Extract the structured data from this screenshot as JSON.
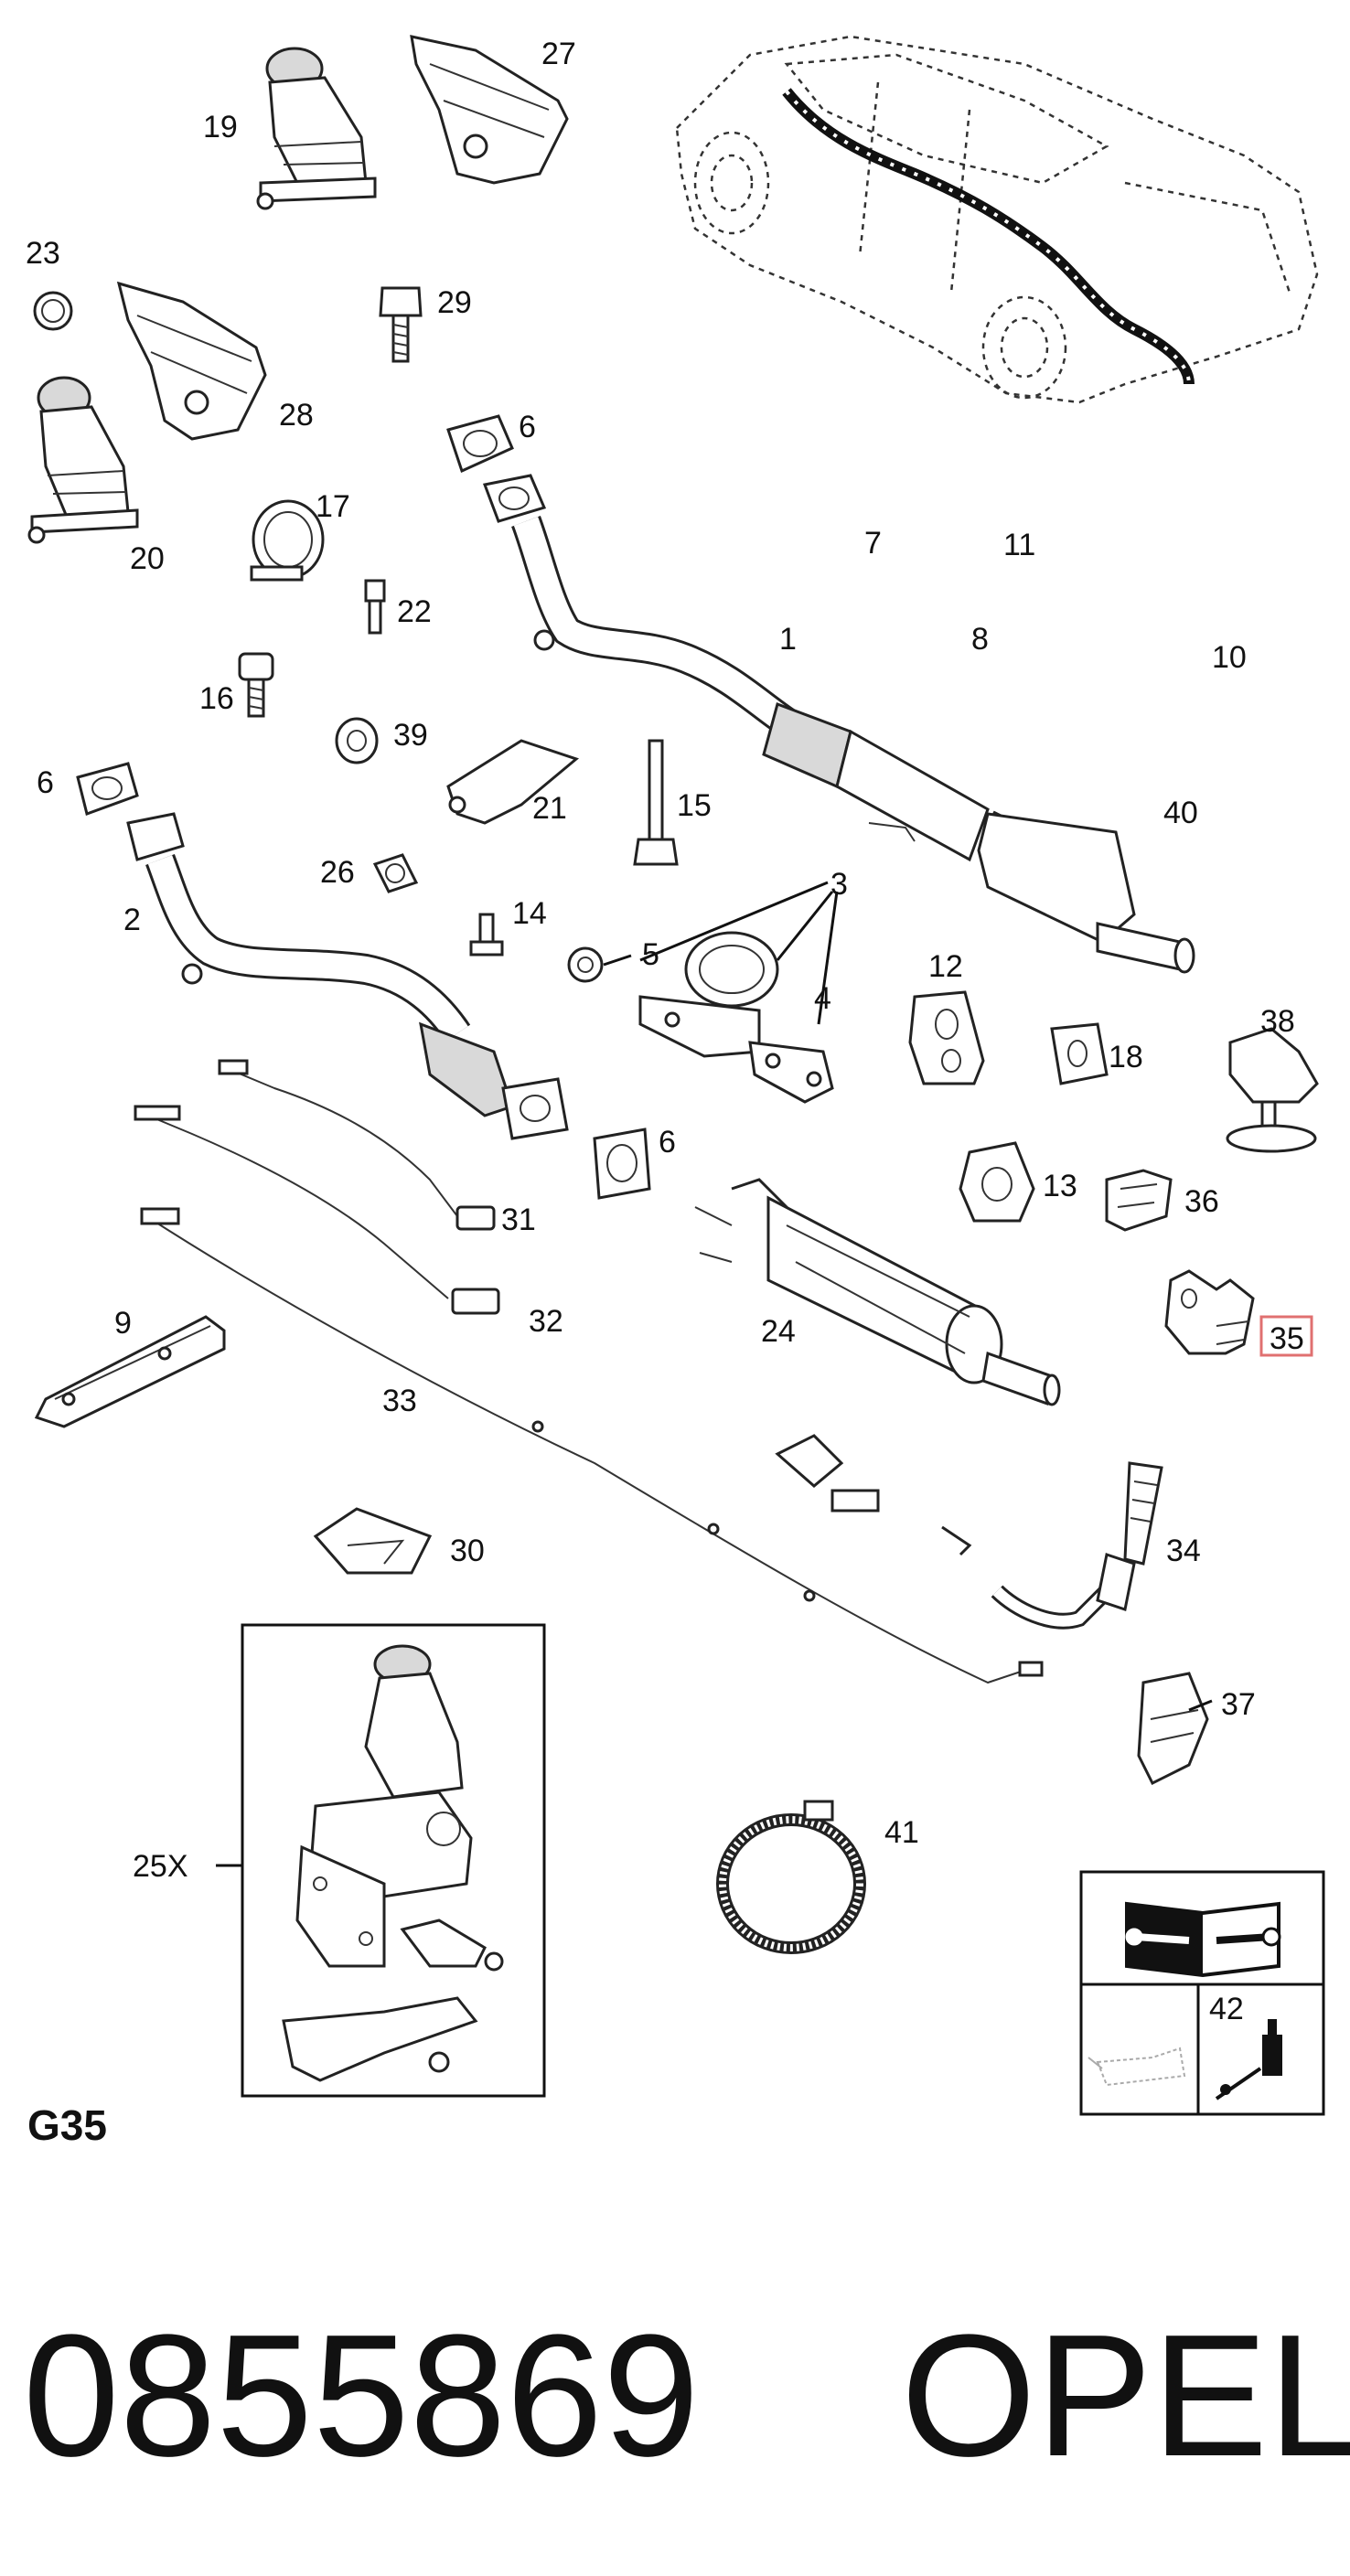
{
  "diagram_code": "G35",
  "part_number": "0855869",
  "brand": "OPEL",
  "highlighted_part": "35",
  "callouts": {
    "p1": "1",
    "p2": "2",
    "p3": "3",
    "p4": "4",
    "p5": "5",
    "p6a": "6",
    "p6b": "6",
    "p6c": "6",
    "p7": "7",
    "p8": "8",
    "p9": "9",
    "p10": "10",
    "p11": "11",
    "p12": "12",
    "p13": "13",
    "p14": "14",
    "p15": "15",
    "p16": "16",
    "p17": "17",
    "p18": "18",
    "p19": "19",
    "p20": "20",
    "p21": "21",
    "p22": "22",
    "p23": "23",
    "p24": "24",
    "p25": "25X",
    "p26": "26",
    "p27": "27",
    "p28": "28",
    "p29": "29",
    "p30": "30",
    "p31": "31",
    "p32": "32",
    "p33": "33",
    "p34": "34",
    "p35": "35",
    "p36": "36",
    "p37": "37",
    "p38": "38",
    "p39": "39",
    "p40": "40",
    "p41": "41",
    "p42": "42"
  },
  "icons": {
    "manual": "manual-wrench-icon",
    "oil": "oil-can-icon",
    "sealant": "sealant-tube-icon"
  }
}
